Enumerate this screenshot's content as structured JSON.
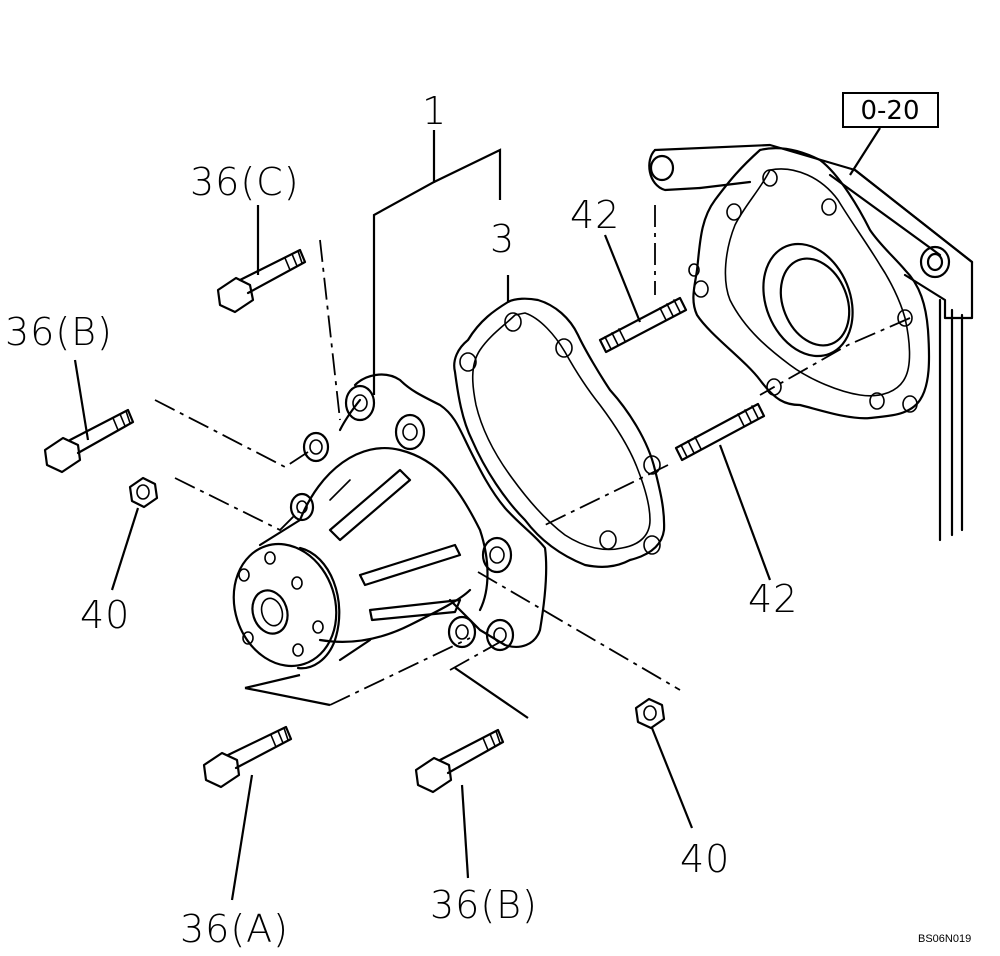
{
  "diagram": {
    "callouts": {
      "part_1": "1",
      "part_3": "3",
      "part_36c": "36(C)",
      "part_36b_left": "36(B)",
      "part_40_left": "40",
      "part_42_top": "42",
      "part_42_right": "42",
      "part_40_right": "40",
      "part_36a": "36(A)",
      "part_36b_bottom": "36(B)"
    },
    "reference_box": "0-20",
    "drawing_code": "BS06N019"
  }
}
